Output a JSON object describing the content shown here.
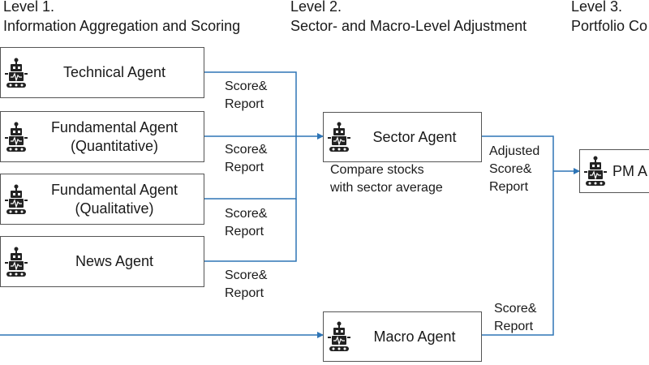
{
  "levels": [
    {
      "number": "Level 1.",
      "title": "Information Aggregation and Scoring"
    },
    {
      "number": "Level 2.",
      "title": "Sector- and Macro-Level Adjustment"
    },
    {
      "number": "Level 3.",
      "title": "Portfolio Co"
    }
  ],
  "agents": {
    "technical": {
      "line1": "Technical Agent",
      "line2": ""
    },
    "fund_quant": {
      "line1": "Fundamental Agent",
      "line2": "(Quantitative)"
    },
    "fund_qual": {
      "line1": "Fundamental Agent",
      "line2": "(Qualitative)"
    },
    "news": {
      "line1": "News Agent",
      "line2": ""
    },
    "sector": {
      "line1": "Sector Agent",
      "line2": ""
    },
    "macro": {
      "line1": "Macro Agent",
      "line2": ""
    },
    "pm": {
      "line1": "PM A",
      "line2": ""
    }
  },
  "edge_labels": {
    "technical": [
      "Score&",
      "Report"
    ],
    "fund_quant": [
      "Score&",
      "Report"
    ],
    "fund_qual": [
      "Score&",
      "Report"
    ],
    "news": [
      "Score&",
      "Report"
    ],
    "sector": [
      "Adjusted",
      "Score&",
      "Report"
    ],
    "macro": [
      "Score&",
      "Report"
    ]
  },
  "sector_note": [
    "Compare stocks",
    "with sector average"
  ],
  "icon": "robot-icon",
  "colors": {
    "connector": "#2e75b6",
    "border": "#555555",
    "text": "#1a1a1a"
  }
}
